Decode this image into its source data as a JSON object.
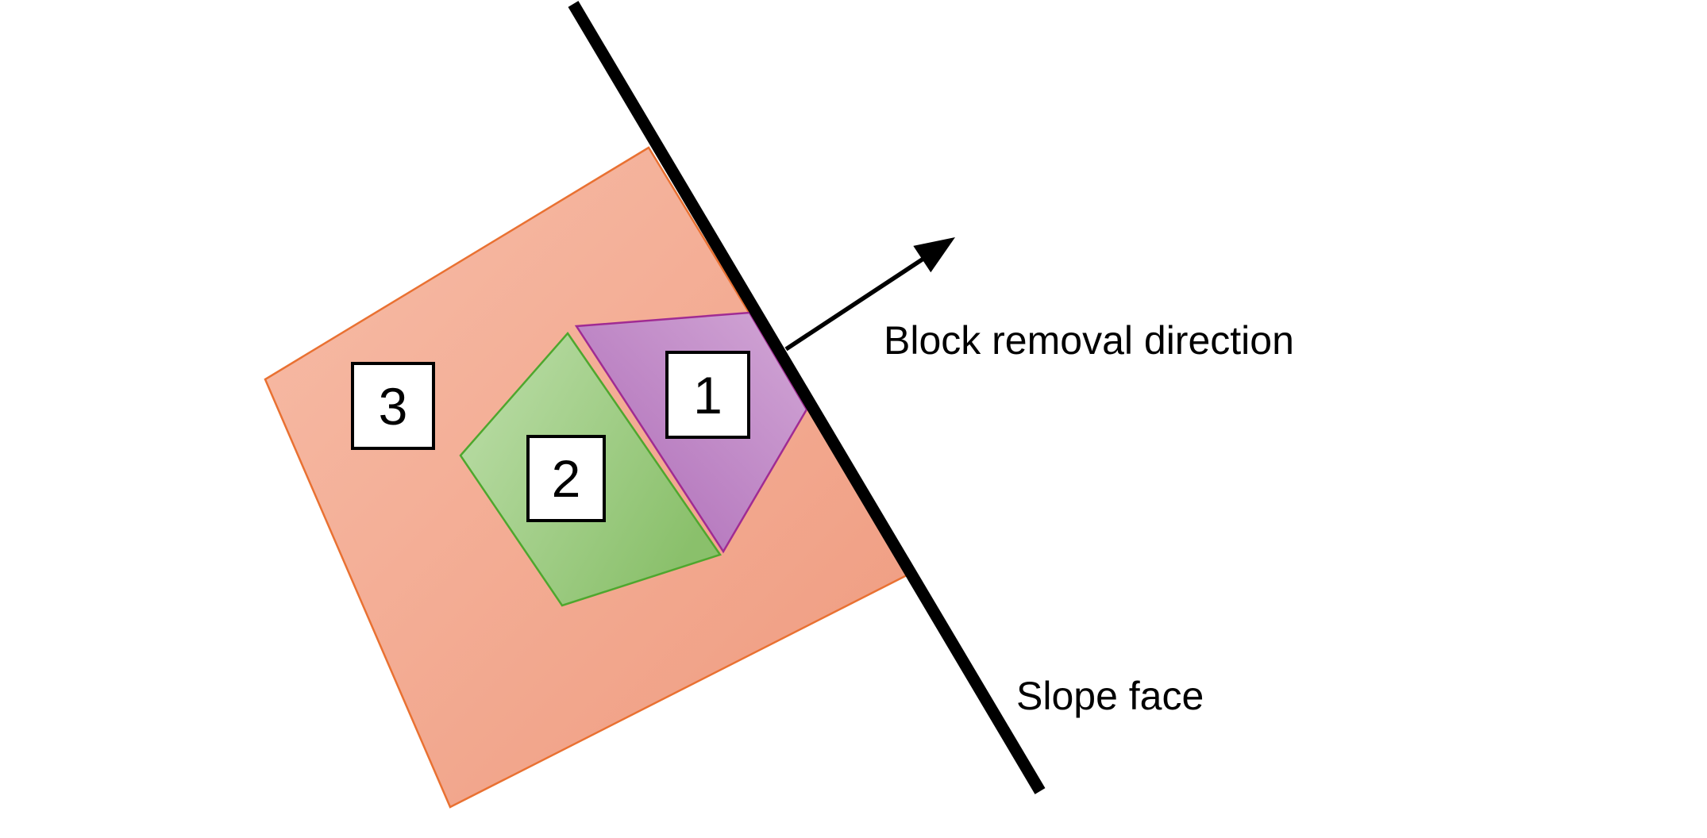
{
  "figure": {
    "description": "Rock slope block-theory sketch: three nested removable blocks behind a slope face",
    "annotations": {
      "block_removal_direction": "Block removal direction",
      "slope_face": "Slope face"
    },
    "blocks": [
      {
        "number": "1",
        "name": "block-1",
        "fill_light": "#D0A5D4",
        "fill_dark": "#AC69B6",
        "outline": "#A02B93"
      },
      {
        "number": "2",
        "name": "block-2",
        "fill_light": "#B9DBA4",
        "fill_dark": "#8EC370",
        "outline": "#4EA72E"
      },
      {
        "number": "3",
        "name": "block-3",
        "fill_light": "#F7BDA8",
        "fill_dark": "#EF9A7E",
        "outline": "#E97132"
      }
    ],
    "colors": {
      "slope_face_line": "#000000",
      "arrow": "#000000",
      "label_box_bg": "#FFFFFF",
      "label_box_border": "#000000",
      "text": "#000000"
    }
  }
}
